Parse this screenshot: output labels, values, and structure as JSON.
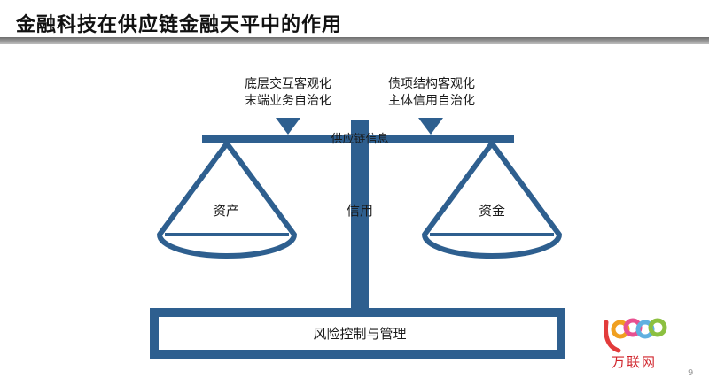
{
  "title": "金融科技在供应链金融天平中的作用",
  "labels": {
    "left_top_line1": "底层交互客观化",
    "left_top_line2": "末端业务自治化",
    "right_top_line1": "债项结构客观化",
    "right_top_line2": "主体信用自治化",
    "beam": "供应链信息",
    "left_pan": "资产",
    "center": "信用",
    "right_pan": "资金",
    "base": "风险控制与管理"
  },
  "logo": {
    "text": "万联网"
  },
  "page_number": "9",
  "colors": {
    "scale": "#2e5f8f",
    "title_bar": "#7a7a7a",
    "logo_red": "#d0242b"
  }
}
